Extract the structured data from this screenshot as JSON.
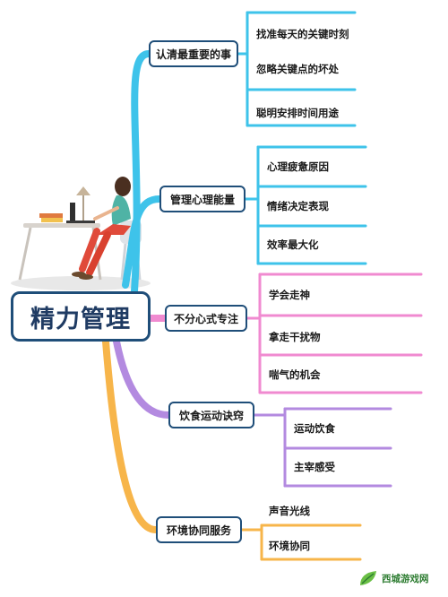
{
  "central": {
    "label": "精力管理"
  },
  "branches": [
    {
      "label": "认清最重要的事",
      "color": "#3ec3ea",
      "leaves": [
        "找准每天的关键时刻",
        "忽略关键点的坏处",
        "聪明安排时间用途"
      ]
    },
    {
      "label": "管理心理能量",
      "color": "#3ec3ea",
      "leaves": [
        "心理疲惫原因",
        "情绪决定表现",
        "效率最大化"
      ]
    },
    {
      "label": "不分心式专注",
      "color": "#f08ad0",
      "leaves": [
        "学会走神",
        "拿走干扰物",
        "喘气的机会"
      ]
    },
    {
      "label": "饮食运动诀窍",
      "color": "#b38ae0",
      "leaves": [
        "运动饮食",
        "主宰感受"
      ]
    },
    {
      "label": "环境协同服务",
      "color": "#f7b54a",
      "leaves": [
        "声音光线",
        "环境协同"
      ]
    }
  ],
  "watermark": {
    "text": "西城游戏网"
  }
}
